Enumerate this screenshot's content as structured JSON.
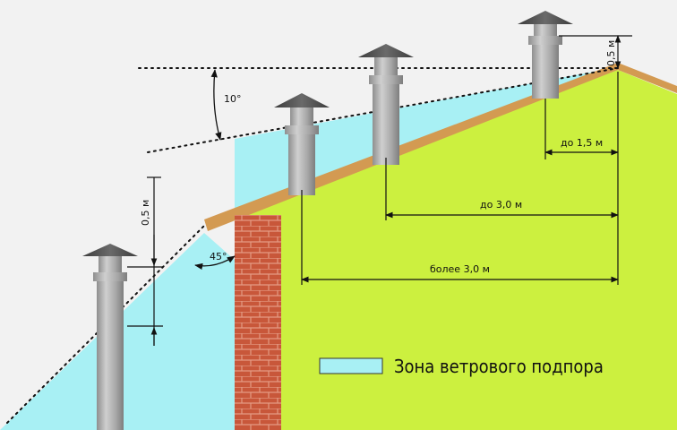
{
  "diagram": {
    "labels": {
      "angle_top": "10°",
      "angle_left": "45°",
      "height_left": "0,5 м",
      "height_top": "0,5 м",
      "dist_1_5": "до 1,5 м",
      "dist_3_0": "до 3,0 м",
      "dist_more_3_0": "более 3,0 м"
    },
    "legend": {
      "text": "Зона ветрового подпора",
      "color": "#a8f0f4"
    },
    "colors": {
      "background": "#f2f2f2",
      "wall": "#ccf03f",
      "roof_board": "#d39a52",
      "brick": "#c8573a",
      "pipe": "#a8a8a8",
      "cap": "#555555",
      "wind_zone": "#a8f0f4"
    }
  }
}
